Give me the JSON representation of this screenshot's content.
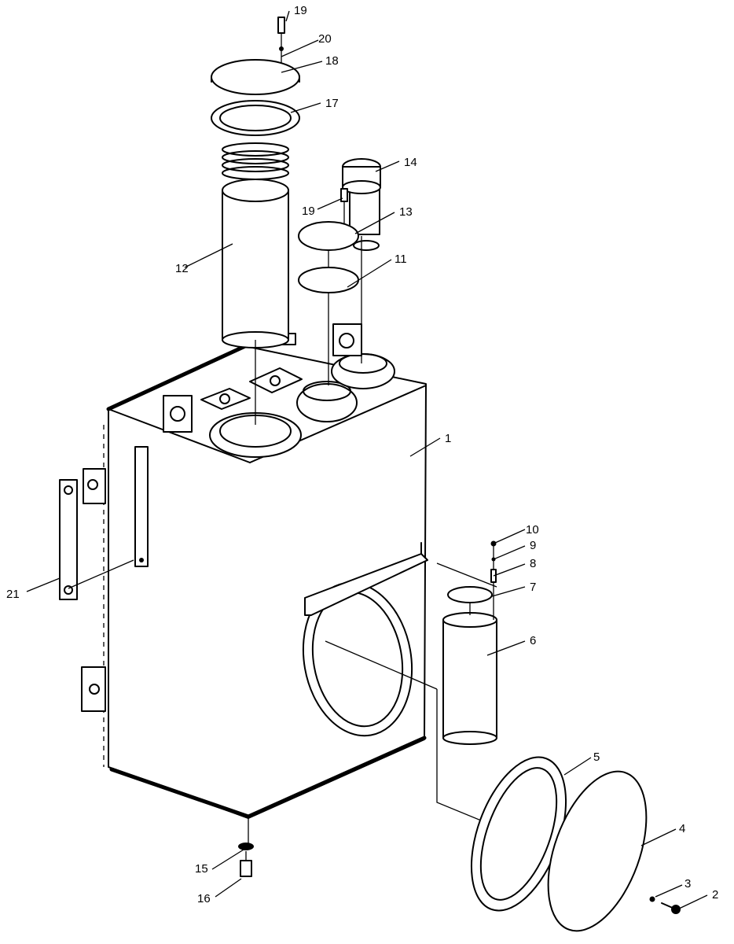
{
  "callouts": {
    "c1": "1",
    "c2": "2",
    "c3": "3",
    "c4": "4",
    "c5": "5",
    "c6": "6",
    "c7": "7",
    "c8": "8",
    "c9": "9",
    "c10": "10",
    "c11": "11",
    "c12": "12",
    "c13": "13",
    "c14": "14",
    "c15": "15",
    "c16": "16",
    "c17": "17",
    "c18": "18",
    "c19a": "19",
    "c19b": "19",
    "c20": "20",
    "c21": "21"
  },
  "icons": {
    "diagram": "exploded-hydraulic-tank-assembly"
  },
  "colors": {
    "ink": "#000000",
    "paper": "#ffffff"
  }
}
